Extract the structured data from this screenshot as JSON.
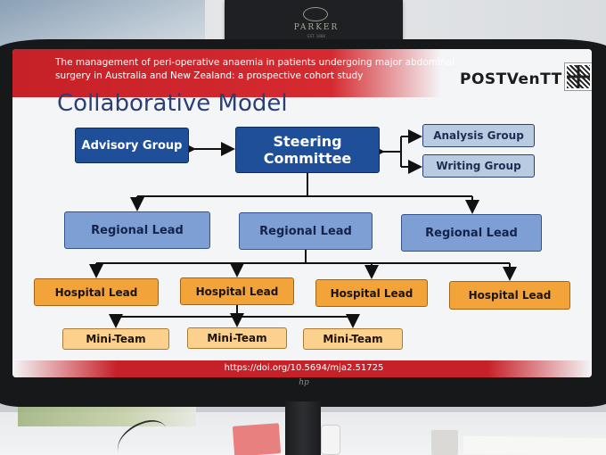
{
  "scene": {
    "pen_box_brand": "PARKER",
    "pen_box_subtext": "EST. 1888",
    "monitor_logo": "hp"
  },
  "slide": {
    "header_title": "The management of peri-operative anaemia in patients undergoing major abdominal surgery in Australia and New Zealand: a prospective cohort study",
    "brand_logo": "POSTVenTT",
    "title": "Collaborative Model",
    "footer_link": "https://doi.org/10.5694/mja2.51725",
    "colors": {
      "header_red": "#c62128",
      "navy": "#1f4f98",
      "pale_blue": "#b8cbe0",
      "regional_blue": "#7d9fd4",
      "hospital_orange": "#f2a33a",
      "mini_team_yellow": "#fbd18d"
    }
  },
  "diagram": {
    "advisory": "Advisory Group",
    "steering": "Steering Committee",
    "analysis": "Analysis Group",
    "writing": "Writing Group",
    "regional": [
      "Regional Lead",
      "Regional Lead",
      "Regional Lead"
    ],
    "hospital": [
      "Hospital Lead",
      "Hospital Lead",
      "Hospital Lead",
      "Hospital Lead"
    ],
    "mini_team": [
      "Mini-Team",
      "Mini-Team",
      "Mini-Team"
    ]
  }
}
